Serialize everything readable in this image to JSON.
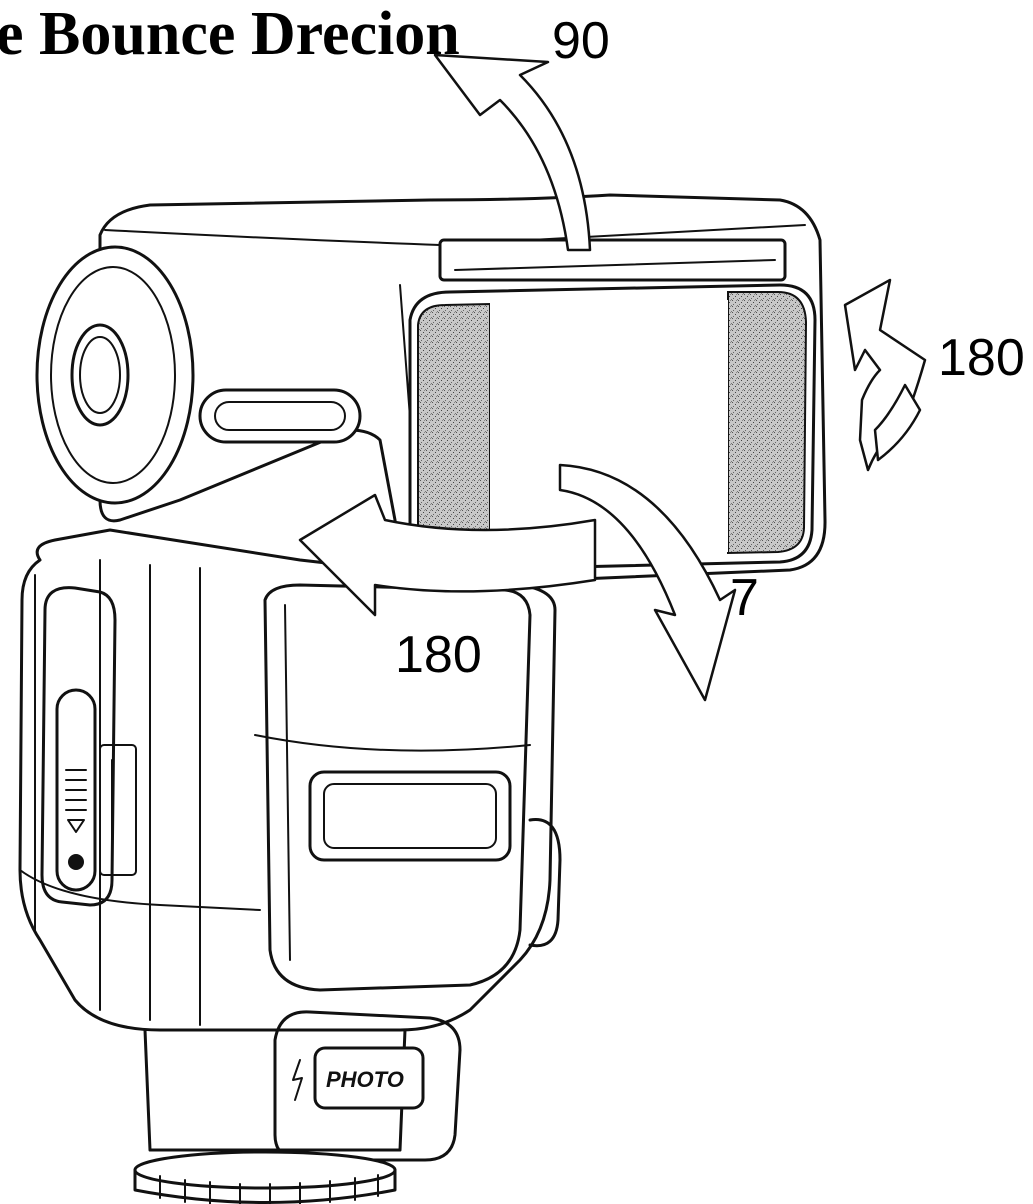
{
  "title": "e Bounce Drecion",
  "angles": {
    "up": "90",
    "right": "180",
    "left": "180",
    "down": "7"
  },
  "logo": {
    "text": "PHOTO"
  },
  "colors": {
    "line": "#111111",
    "background": "#ffffff",
    "diffuser_texture": "#9a9a9a"
  }
}
